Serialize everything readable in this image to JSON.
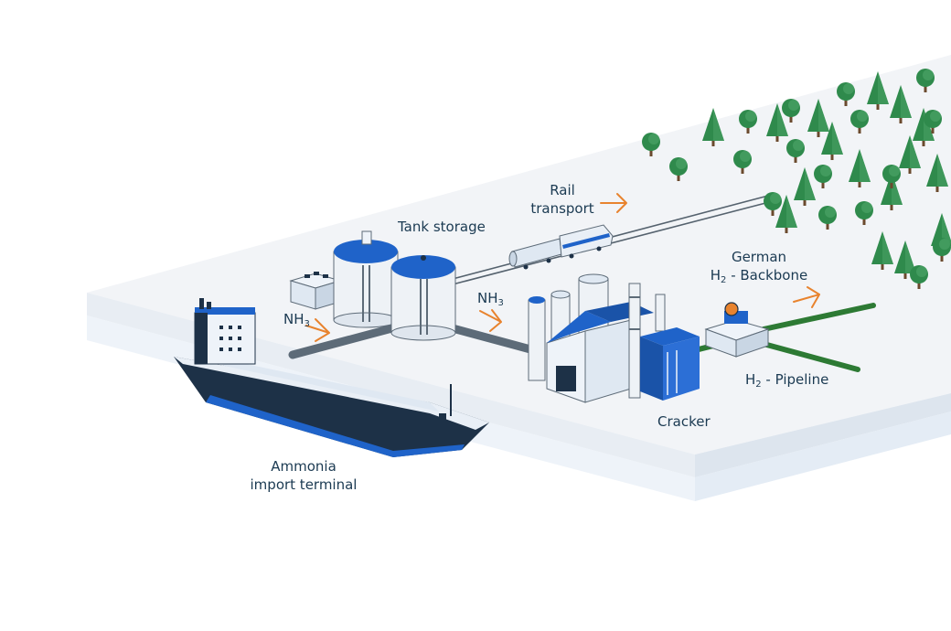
{
  "labels": {
    "tank_storage": "Tank storage",
    "rail_line1": "Rail",
    "rail_line2": "transport",
    "nh3_base": "NH",
    "nh3_sub": "3",
    "h2_base": "H",
    "h2_sub": "2",
    "backbone_line1": "German",
    "backbone_suffix": " - Backbone",
    "pipeline_suffix": " - Pipeline",
    "cracker": "Cracker",
    "terminal_line1": "Ammonia",
    "terminal_line2": "import terminal"
  },
  "colors": {
    "ground_top": "#f2f4f7",
    "ground_side": "#dfe6ee",
    "ground_front": "#e9eef4",
    "water": "#eaf2fa",
    "accent_blue": "#1f63c9",
    "navy": "#1d3147",
    "pipe_gray": "#5d6b78",
    "pipe_green": "#2d7a34",
    "arrow_orange": "#e8832e",
    "tree_green": "#2f8a4c",
    "tree_light": "#4aa366",
    "text": "#1b3a52"
  },
  "icons": [
    "ship-icon",
    "storage-tank-icon",
    "train-icon",
    "factory-icon",
    "compressor-icon",
    "tree-icon",
    "arrow-icon"
  ]
}
